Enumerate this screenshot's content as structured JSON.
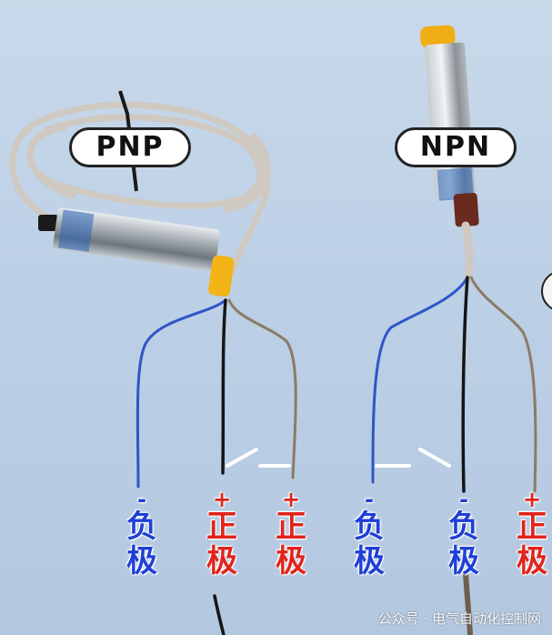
{
  "left_badge": {
    "text": "PNP"
  },
  "right_badge": {
    "text": "NPN"
  },
  "terminals": [
    {
      "sign": "-",
      "text1": "负",
      "text2": "极",
      "color": "#1f3fd6"
    },
    {
      "sign": "+",
      "text1": "正",
      "text2": "极",
      "color": "#e0241c"
    },
    {
      "sign": "+",
      "text1": "正",
      "text2": "极",
      "color": "#e0241c"
    },
    {
      "sign": "-",
      "text1": "负",
      "text2": "极",
      "color": "#1f3fd6"
    },
    {
      "sign": "-",
      "text1": "负",
      "text2": "极",
      "color": "#1f3fd6"
    },
    {
      "sign": "+",
      "text1": "正",
      "text2": "极",
      "color": "#e0241c"
    }
  ],
  "watermark": {
    "text": "公众号 · 电气自动化控制网"
  }
}
